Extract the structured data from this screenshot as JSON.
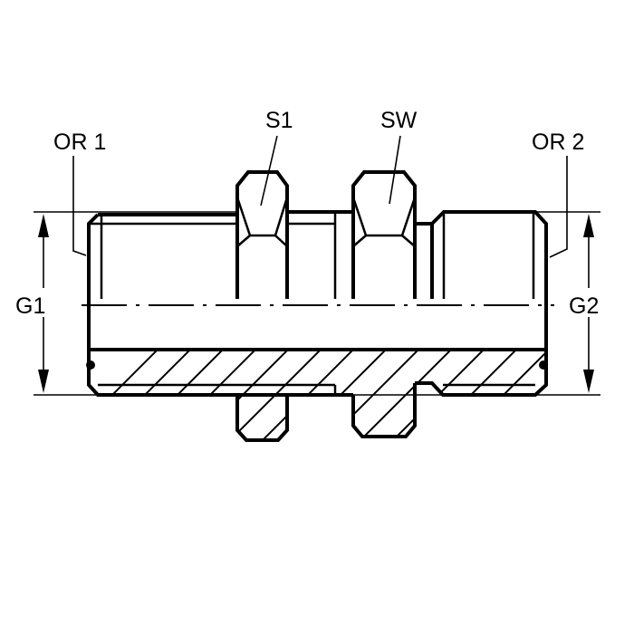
{
  "drawing": {
    "labels": {
      "or1": "OR 1",
      "s1": "S1",
      "sw": "SW",
      "or2": "OR 2",
      "g1": "G1",
      "g2": "G2"
    },
    "line_color": "#000000",
    "background": "#ffffff"
  }
}
